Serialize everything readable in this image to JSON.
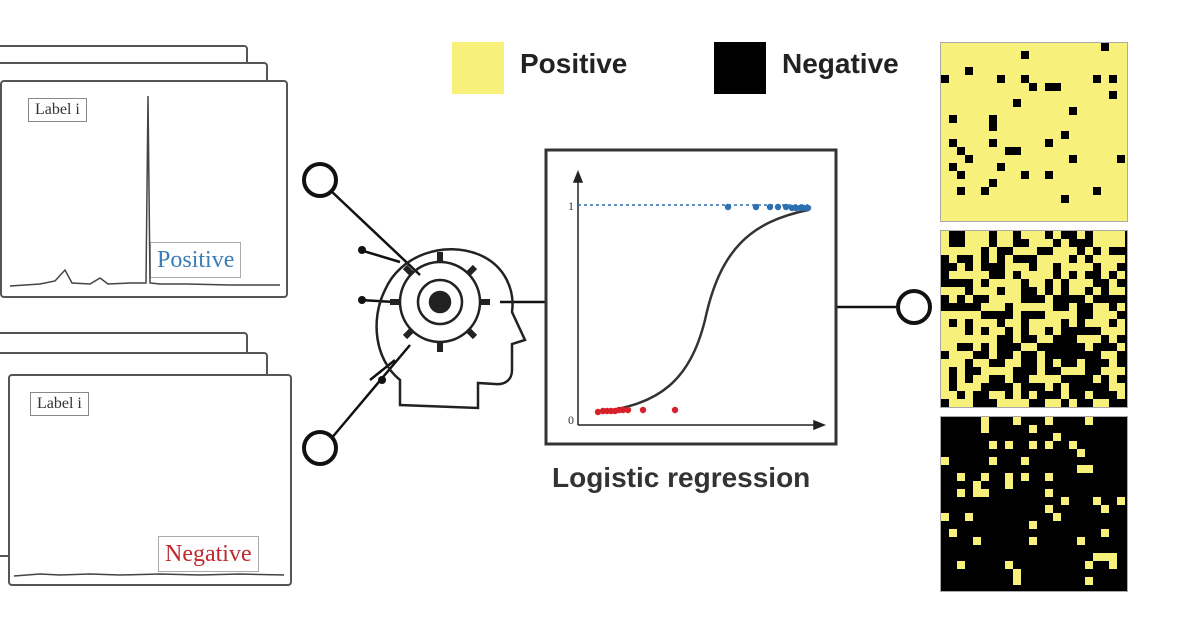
{
  "colors": {
    "positive": "#f7f07a",
    "negative": "#000000",
    "positive_text": "#3a7db8",
    "negative_text": "#c0282d",
    "scatter_low": "#d8202a",
    "scatter_high": "#2d6fb0",
    "line": "#333333"
  },
  "spectra": {
    "top": {
      "label": "Label i",
      "class_tag": "Positive"
    },
    "bottom": {
      "label": "Label i",
      "class_tag": "Negative"
    }
  },
  "legend": {
    "positive_label": "Positive",
    "negative_label": "Negative"
  },
  "model": {
    "icon": "head-gear-icon",
    "caption": "Logistic regression",
    "y_tick_top": "1",
    "y_tick_bottom": "0"
  },
  "maps": {
    "panels": [
      "positive",
      "mixed",
      "negative"
    ],
    "density": [
      0.06,
      0.55,
      0.12
    ]
  }
}
